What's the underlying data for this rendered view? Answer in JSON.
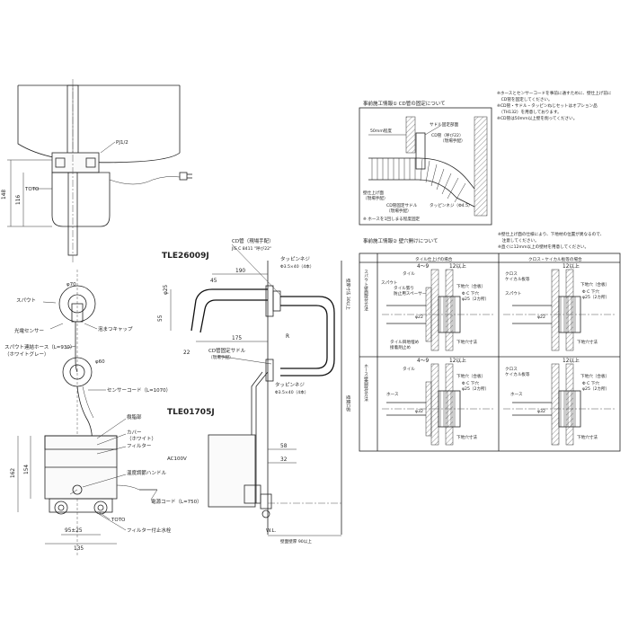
{
  "models": {
    "spout_model": "TLE26009J",
    "control_model": "TLE01705J"
  },
  "top_view": {
    "pipe_label": "PJ1/2",
    "nut_label": "TOTO",
    "dim_148": "148",
    "dim_116": "116"
  },
  "side_view": {
    "phi70": "φ70",
    "spout": "スパウト",
    "sensor": "光電センサー",
    "anti_dirt_cap": "泡まつキャップ",
    "spout_hose": "スパウト連結ホース（L=930）",
    "hose_color": "（ホワイトグレー）",
    "phi60": "φ60",
    "sensor_cord": "センサーコード（L=1070）",
    "control_body": "樹脂部",
    "cover": "カバー",
    "white": "（ホワイト）",
    "filter": "フィルター",
    "temp_handle": "温度調節ハンドル",
    "ac100v": "AC100V",
    "power_cord": "電源コード（L=750）",
    "toto_logo": "TOTO",
    "filter_valve": "フィルター付止水栓",
    "dim_162": "162",
    "dim_154": "154",
    "dim_95": "95±25",
    "dim_135": "135"
  },
  "mid_view": {
    "cd_pipe_note_1": "CD管（現場手配）",
    "cd_pipe_note_2": "JIS C 8411 \"呼び22\"",
    "tapping_screw_1": "タッピンネジ",
    "tapping_screw_1_spec": "Φ3.5×40（4本）",
    "dim_190": "190",
    "dim_45": "45",
    "phi25": "φ25",
    "dim_55": "55",
    "dim_175": "175",
    "dim_22": "22",
    "dim_R": "R",
    "saddle_note_1": "CD管固定サドル",
    "saddle_note_2": "（現場手配）",
    "tapping_screw_2": "タッピンネジ",
    "tapping_screw_2_spec": "Φ3.5×40（4本）",
    "dim_58": "58",
    "dim_32": "32",
    "wall_note": "壁面壁厚 90以上",
    "wl": "W.L.",
    "vert_dim": "壁厚寸法 30以上",
    "vert_dim_2": "壁開口部"
  },
  "right_top": {
    "title": "事前施工情報① CD管の固定について",
    "notes": [
      "※ホースとセンサーコードを事前に通すために、壁仕上げ前に",
      "　CD管を固定してください。",
      "※CD管・サドル・タッピンねじセットはオプション品",
      "　（TH132）を用意しております。",
      "※CD管は50mm以上壁を削ってください。"
    ],
    "dim_50": "50mm程度",
    "saddle": "サドル固定部面",
    "cd_pipe": "CD管（呼び22）",
    "cd_pipe_sub": "（現場手配）",
    "wall_finish": "壁仕上げ面",
    "wall_finish_sub": "（現場手配）",
    "saddle_fixed": "CD管固定サドル",
    "saddle_fixed_sub": "（現場手配）",
    "screw": "タッピンネジ（Φ4.5）",
    "screw_note": "※ ホースを1回しまる程度固定"
  },
  "right_bottom": {
    "title": "事前施工情報② 壁穴開けについて",
    "notes": [
      "※壁仕上げ面の仕様により、下地材の位置が異なるので、",
      "　注意してください。",
      "※直ぐに12mm以上の壁材を用意してください。"
    ],
    "col_left": "タイル仕上げの場合",
    "col_right": "クロス・ケイカル板等の場合",
    "row_top": "スパウト壁面取付方法",
    "row_bottom": "ホース壁面取付方法",
    "d4_9": "4～9",
    "d12": "12以上",
    "spout": "スパウト",
    "tile": "タイル",
    "tile_bond": "タイル張り",
    "stop_spacer": "防止用スペーサー",
    "under_hole": "下地穴（合板）",
    "phi_c": "Φ C 下穴",
    "phi_c2": "φ25（2カ所）",
    "fixed_size": "下地穴寸法",
    "hose": "ホース",
    "tile_sealant": "タイル目地埋め",
    "sealant": "接着剤止め",
    "cross": "クロス",
    "keikal": "ケイカル板等",
    "phi22": "φ22",
    "phi32": "φ32"
  }
}
